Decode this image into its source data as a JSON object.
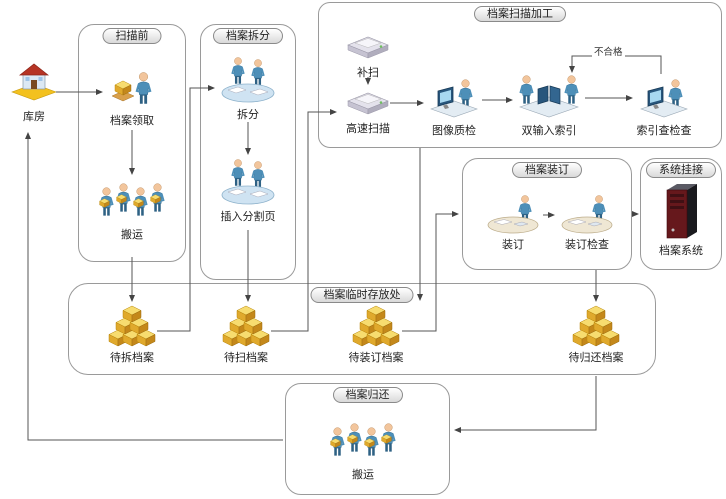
{
  "diagram": {
    "warehouse": {
      "label": "库房"
    },
    "pre_scan": {
      "title": "扫描前",
      "receive_label": "档案领取",
      "carry_label": "搬运"
    },
    "split": {
      "title": "档案拆分",
      "split_label": "拆分",
      "insert_label": "插入分割页"
    },
    "scan": {
      "title": "档案扫描加工",
      "resupply_label": "补扫",
      "highspeed_label": "高速扫描",
      "image_qc_label": "图像质检",
      "double_index_label": "双输入索引",
      "index_check_label": "索引查检查",
      "fail_label": "不合格"
    },
    "binding": {
      "title": "档案装订",
      "bind_label": "装订",
      "check_label": "装订检查"
    },
    "system": {
      "title": "系统挂接",
      "system_label": "档案系统"
    },
    "storage": {
      "title": "档案临时存放处",
      "to_split_label": "待拆档案",
      "to_scan_label": "待扫档案",
      "to_bind_label": "待装订档案",
      "to_return_label": "待归还档案"
    },
    "return_flow": {
      "title": "档案归还",
      "carry_label": "搬运"
    }
  },
  "colors": {
    "box_gold": "#e0a92c",
    "person_blue": "#4d8fb8",
    "roof_red": "#b63425",
    "server_maroon": "#66181c",
    "flow_line": "#555555"
  }
}
